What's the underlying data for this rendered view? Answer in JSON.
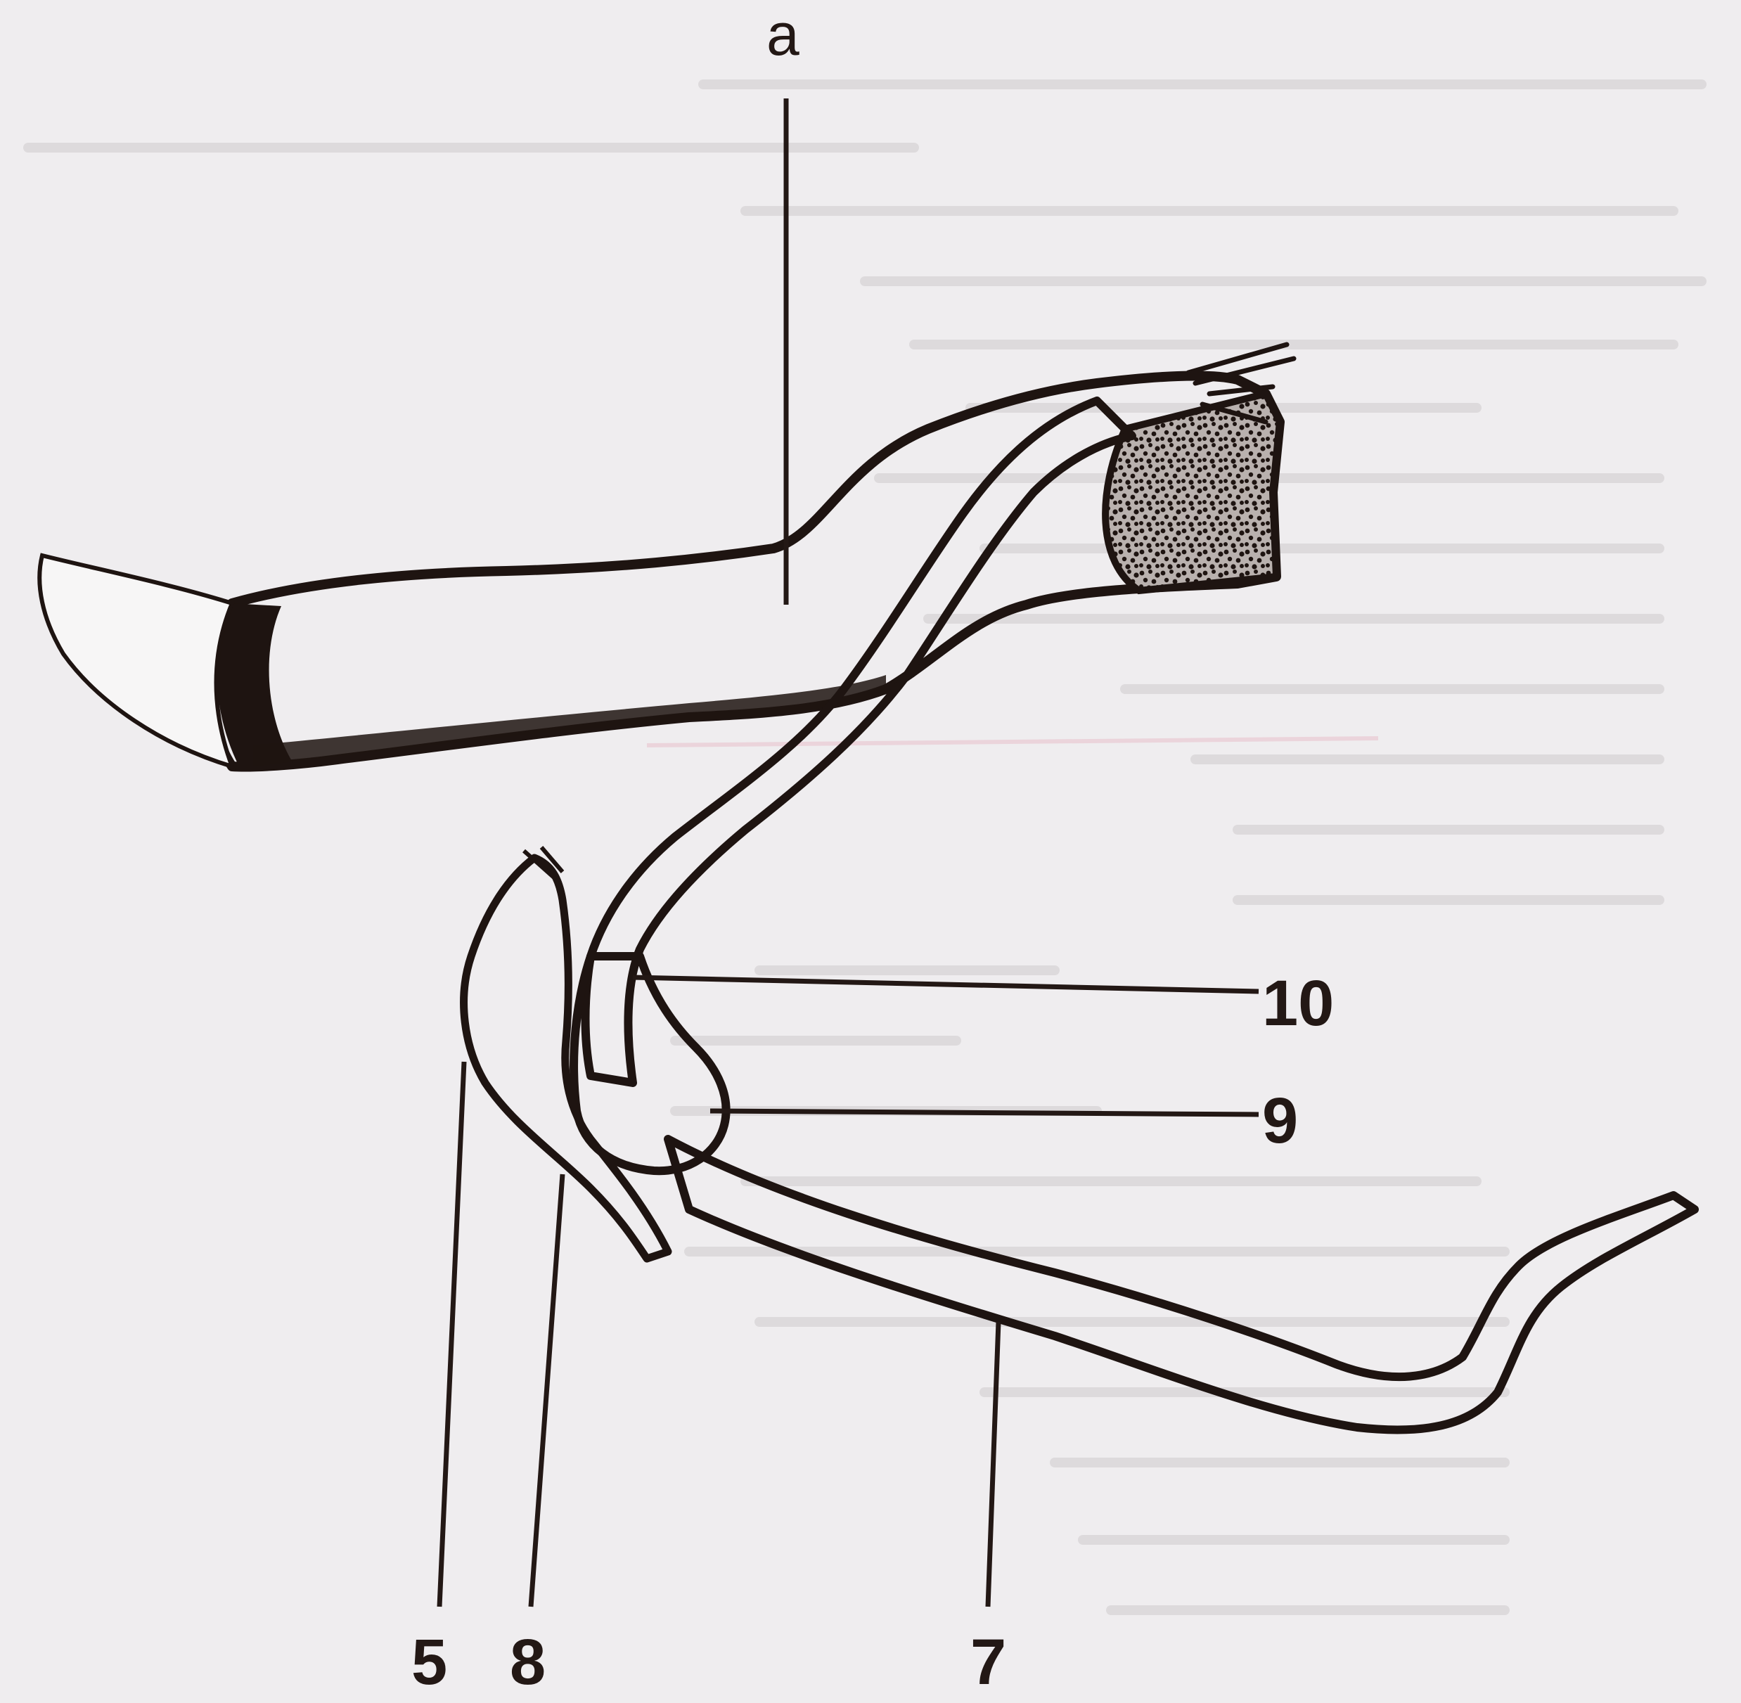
{
  "labels": {
    "a": "a",
    "ten": "10",
    "nine": "9",
    "five": "5",
    "eight": "8",
    "seven": "7"
  },
  "colors": {
    "paper": "#efedef",
    "ink": "#1e1411",
    "stipple_fill": "#d9d4d2",
    "ghost_text": "#c9c5c6",
    "pink_smudge": "#e7b7c4"
  }
}
